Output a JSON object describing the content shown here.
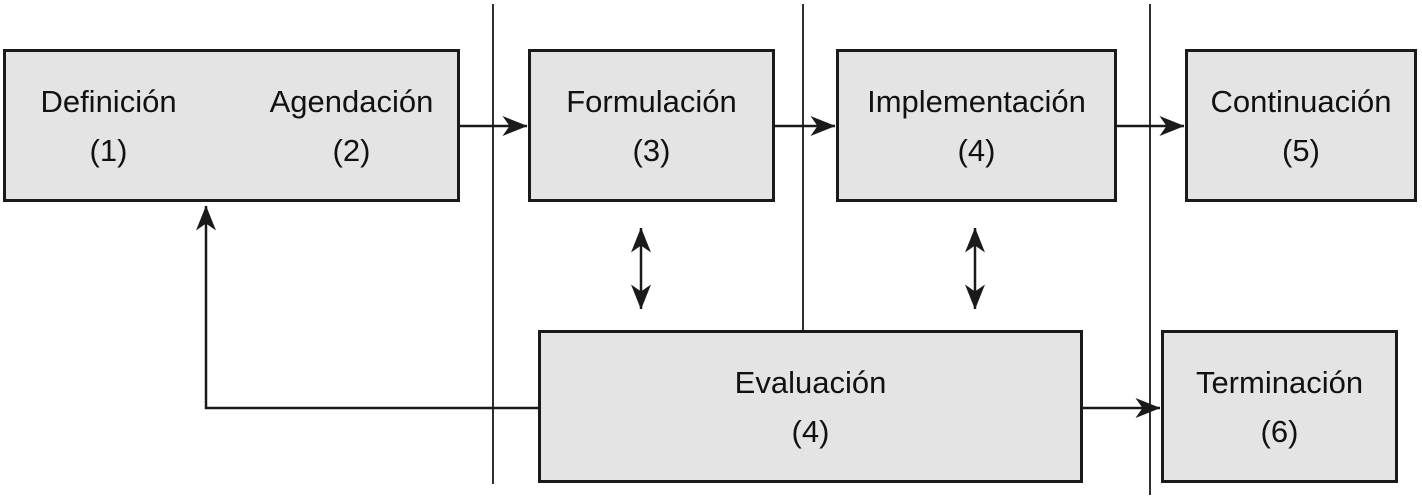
{
  "diagram_title": "policy-cycle-stages-diagram",
  "colors": {
    "bg": "#ffffff",
    "box-fill": "#e4e4e4",
    "box-border": "#1a1a1a",
    "line": "#1a1a1a",
    "text": "#111111"
  },
  "stages": {
    "definicion": {
      "label": "Definición",
      "number": "(1)"
    },
    "agendacion": {
      "label": "Agendación",
      "number": "(2)"
    },
    "formulacion": {
      "label": "Formulación",
      "number": "(3)"
    },
    "implementacion": {
      "label": "Implementación",
      "number": "(4)"
    },
    "continuacion": {
      "label": "Continuación",
      "number": "(5)"
    },
    "evaluacion": {
      "label": "Evaluación",
      "number": "(4)"
    },
    "terminacion": {
      "label": "Terminación",
      "number": "(6)"
    }
  },
  "connections": {
    "definicion_agendacion": "bidirectional",
    "agendacion_to_formulacion": "forward",
    "formulacion_to_implementacion": "forward",
    "implementacion_to_continuacion": "forward",
    "formulacion_evaluacion": "bidirectional",
    "implementacion_evaluacion": "bidirectional",
    "evaluacion_to_terminacion": "forward",
    "evaluacion_to_definicion": "feedback"
  }
}
